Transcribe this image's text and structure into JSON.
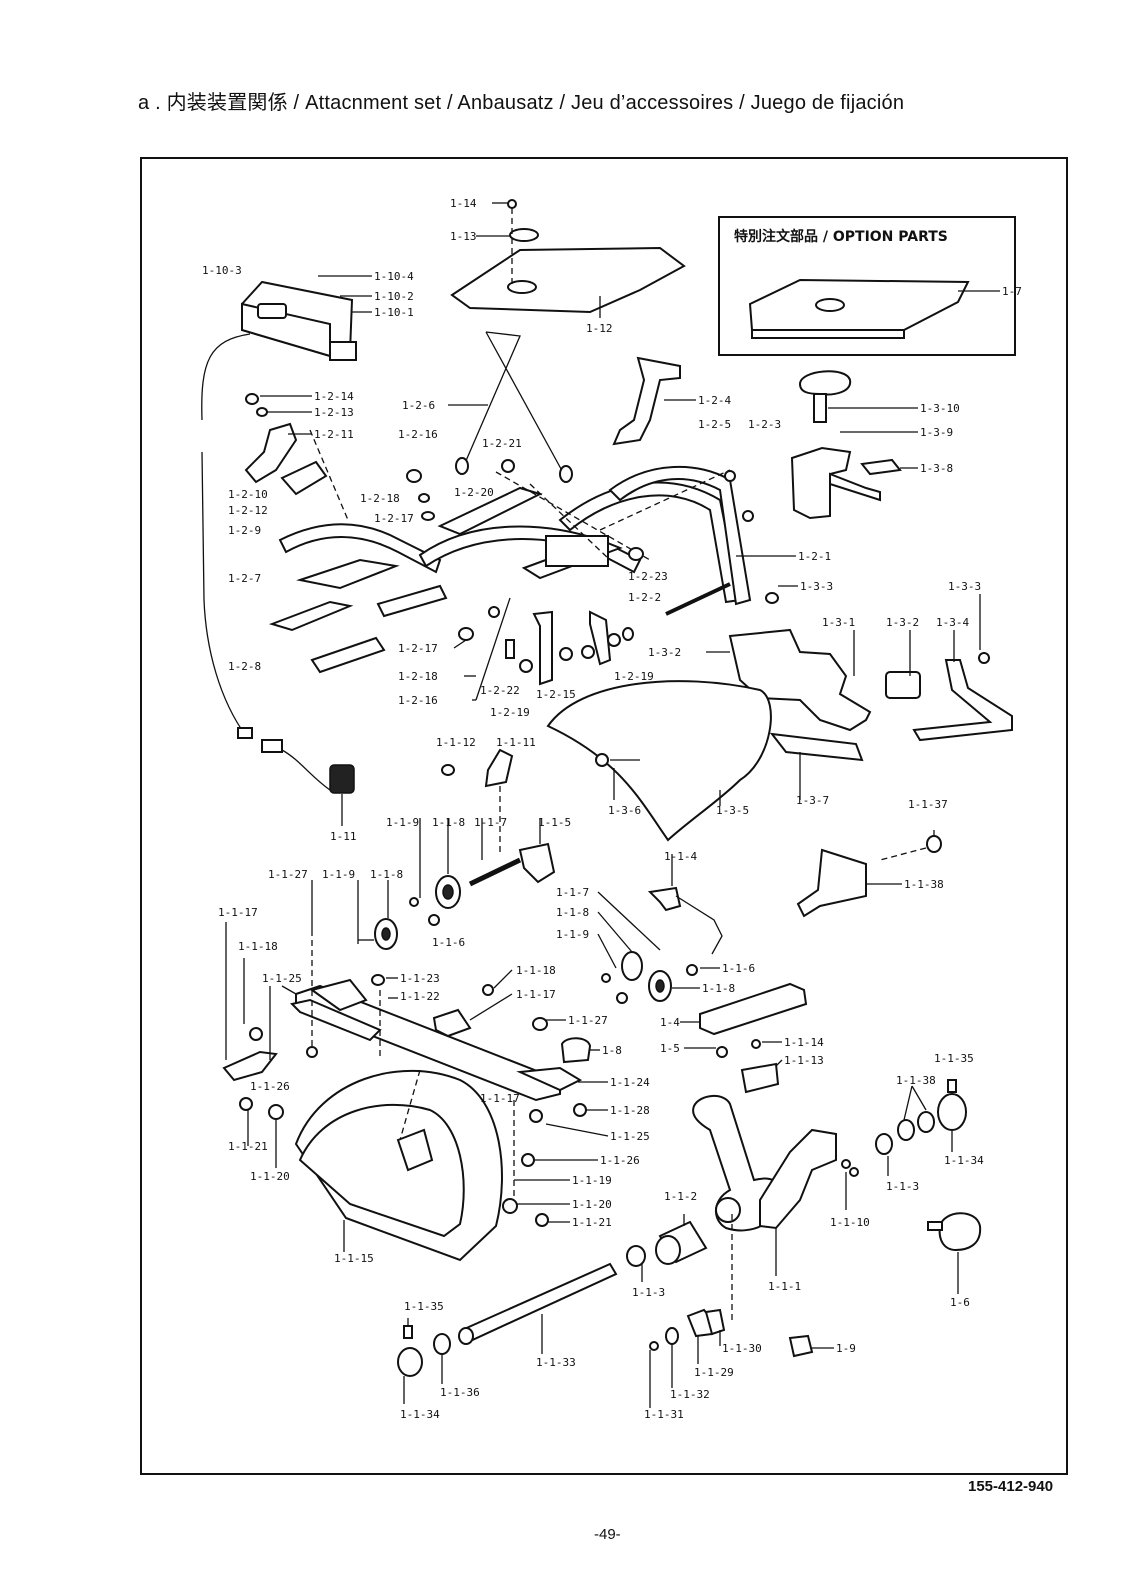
{
  "header": {
    "title": "a . 内装装置関係 / Attacnment set / Anbausatz / Jeu d’accessoires / Juego de fijación"
  },
  "option_parts": {
    "title": "特別注文部品 / OPTION PARTS"
  },
  "footer": {
    "doc_number": "155-412-940",
    "page_number": "-49-"
  },
  "labels": [
    "1-14",
    "1-13",
    "1-12",
    "1-7",
    "1-10-3",
    "1-10-4",
    "1-10-2",
    "1-10-1",
    "1-2-14",
    "1-2-13",
    "1-2-11",
    "1-2-6",
    "1-2-16",
    "1-2-21",
    "1-2-4",
    "1-2-5",
    "1-2-3",
    "1-3-10",
    "1-3-9",
    "1-3-8",
    "1-2-10",
    "1-2-12",
    "1-2-9",
    "1-2-18",
    "1-2-17",
    "1-2-20",
    "1-2-1",
    "1-2-7",
    "1-2-23",
    "1-3-3",
    "1-2-2",
    "1-3-3",
    "1-3-1",
    "1-3-2",
    "1-3-4",
    "1-2-8",
    "1-2-17",
    "1-3-2",
    "1-2-18",
    "1-2-19",
    "1-2-22",
    "1-2-15",
    "1-2-16",
    "1-2-19",
    "1-1-12",
    "1-1-11",
    "1-3-6",
    "1-3-5",
    "1-3-7",
    "1-1-37",
    "1-11",
    "1-1-9",
    "1-1-8",
    "1-1-7",
    "1-1-5",
    "1-1-4",
    "1-1-38",
    "1-1-27",
    "1-1-9",
    "1-1-8",
    "1-1-6",
    "1-1-7",
    "1-1-8",
    "1-1-9",
    "1-1-17",
    "1-1-18",
    "1-1-25",
    "1-1-23",
    "1-1-22",
    "1-1-18",
    "1-1-17",
    "1-1-6",
    "1-1-8",
    "1-4",
    "1-1-27",
    "1-1-14",
    "1-5",
    "1-8",
    "1-1-13",
    "1-1-35",
    "1-1-26",
    "1-1-24",
    "1-1-38",
    "1-1-17",
    "1-1-28",
    "1-1-25",
    "1-1-21",
    "1-1-26",
    "1-1-34",
    "1-1-20",
    "1-1-19",
    "1-1-3",
    "1-1-20",
    "1-1-2",
    "1-1-21",
    "1-1-10",
    "1-1-15",
    "1-1-1",
    "1-1-3",
    "1-6",
    "1-1-35",
    "1-1-33",
    "1-1-30",
    "1-9",
    "1-1-29",
    "1-1-36",
    "1-1-32",
    "1-1-34",
    "1-1-31"
  ]
}
